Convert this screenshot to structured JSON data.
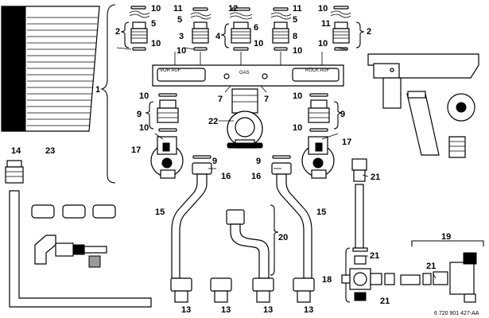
{
  "plate_labels": {
    "left": "VOR AUF",
    "center": "GAS",
    "right": "RÜCK AUF"
  },
  "reference_code": "6 720 901 427-AA",
  "callouts": {
    "c10a": "10",
    "c11a": "11",
    "c5a": "5",
    "c3": "3",
    "c4": "4",
    "c12": "12",
    "c6": "6",
    "c11b": "11",
    "c5b": "5",
    "c8": "8",
    "c10b": "10",
    "c5c": "5",
    "c2a": "2",
    "c2b": "2",
    "c10c": "10",
    "c10d": "10",
    "c10e": "10",
    "c10f": "10",
    "c10g": "10",
    "c10h": "10",
    "c1": "1",
    "c7a": "7",
    "c7b": "7",
    "c9a": "9",
    "c9b": "9",
    "c22": "22",
    "c17a": "17",
    "c17b": "17",
    "c23": "23",
    "c14": "14",
    "c9c": "9",
    "c16a": "16",
    "c9d": "9",
    "c16b": "16",
    "c21a": "21",
    "c15a": "15",
    "c15b": "15",
    "c20": "20",
    "c19": "19",
    "c21b": "21",
    "c21c": "21",
    "c18": "18",
    "c21d": "21",
    "c13a": "13",
    "c13b": "13",
    "c13c": "13",
    "c13d": "13",
    "c10i": "10",
    "c10j": "10"
  }
}
